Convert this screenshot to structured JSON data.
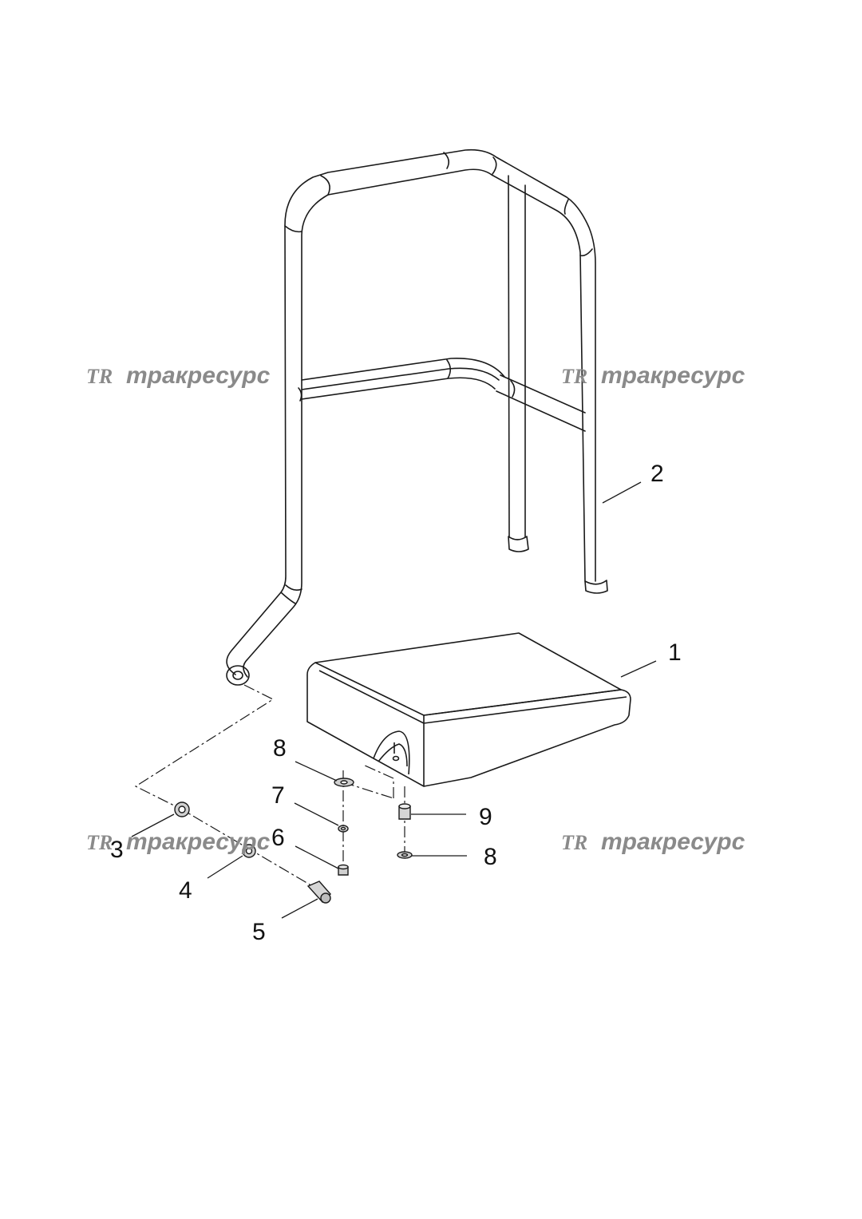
{
  "callouts": {
    "c1": "1",
    "c2": "2",
    "c3": "3",
    "c4": "4",
    "c5": "5",
    "c6": "6",
    "c7": "7",
    "c8a": "8",
    "c8b": "8",
    "c9": "9"
  },
  "watermark": {
    "logo": "TR",
    "text": "тракресурс"
  },
  "colors": {
    "line": "#1a1a1a",
    "shade": "#bdbdbd",
    "watermark": "#8a8a8a"
  }
}
